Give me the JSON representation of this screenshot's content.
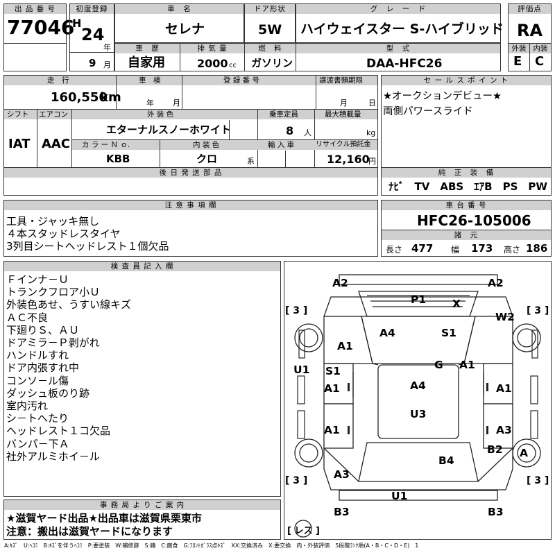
{
  "header_labels": {
    "lot_number": "出 品 番 号",
    "first_reg": "初度登録",
    "car_name": "車　名",
    "door": "ドア形状",
    "grade": "グ　レ　ー　ド",
    "score": "評価点",
    "history": "車　歴",
    "displacement": "排 気 量",
    "fuel": "燃　料",
    "model_code": "型　式",
    "exterior": "外装",
    "interior": "内装"
  },
  "lot_number": "77046",
  "first_reg": {
    "era": "H",
    "year": "24",
    "year_unit": "年",
    "month": "9",
    "month_unit": "月"
  },
  "car_name": "セレナ",
  "door": "5W",
  "grade": "ハイウェイスター S-ハイブリッド",
  "score": "RA",
  "history": "自家用",
  "displacement": "2000",
  "displacement_unit": "cc",
  "fuel": "ガソリン",
  "model_code": "DAA-HFC26",
  "exterior_grade": "E",
  "interior_grade": "C",
  "row2_labels": {
    "mileage": "走　行",
    "inspection": "車　検",
    "registration": "登 録 番 号",
    "transfer_deadline": "譲渡書類期限",
    "shift": "シフト",
    "aircon": "エアコン",
    "ext_color": "外 装 色",
    "capacity": "乗車定員",
    "max_load": "最大積載量",
    "color_no": "カ ラ ー Ｎ ｏ.",
    "int_color": "内 装 色",
    "import": "輸 入 車",
    "recycle": "リサイクル預託金",
    "later_parts": "後 日 発 送 部 品",
    "sales_points": "セ ー ル ス ポ イ ン ト",
    "equipment": "純　正　装　備"
  },
  "mileage": "160,550",
  "mileage_unit": "km",
  "inspection_year_unit": "年",
  "inspection_month_unit": "月",
  "transfer_month_unit": "月",
  "transfer_day_unit": "日",
  "shift": "IAT",
  "aircon": "AAC",
  "ext_color": "エターナルスノーホワイト",
  "capacity": "8",
  "capacity_unit": "人",
  "max_load_unit": "kg",
  "color_no": "KBB",
  "int_color": "クロ",
  "int_color_unit": "系",
  "recycle": "12,160",
  "recycle_unit": "円",
  "sales_points": [
    "★オークションデビュー★",
    "両側パワースライド"
  ],
  "equipment": "ﾅﾋﾞ　TV　ABS　ｴｱB　PS　PW",
  "notes_label": "注 意 事 項 欄",
  "notes": [
    "工具・ジャッキ無し",
    "４本スタッドレスタイヤ",
    "3列目シートヘッドレスト１個欠品"
  ],
  "chassis_label": "車 台 番 号",
  "chassis_number": "HFC26-105006",
  "dims_label": "諸　元",
  "dims": {
    "length_label": "長さ",
    "length": "477",
    "width_label": "幅",
    "width": "173",
    "height_label": "高さ",
    "height": "186"
  },
  "inspector_label": "検 査 員 記 入 欄",
  "inspector_notes": [
    "Ｆインナ－Ｕ",
    "トランクフロア小Ｕ",
    "外装色あせ、うすい線キズ",
    "ＡＣ不良",
    "下廻りＳ、ＡＵ",
    "ドアミラ－Ｐ剥がれ",
    "ハンドルすれ",
    "ドア内張すれ中",
    "コンソ－ル傷",
    "ダッシュ板のり跡",
    "室内汚れ",
    "シ－トへたり",
    "ヘッドレスト１コ欠品",
    "バンパ－下Ａ",
    "社外アルミホイ－ル"
  ],
  "office_label": "事 務 局 よ り ご 案 内",
  "office_notes": [
    "★滋賀ヤード出品★出品車は滋賀県栗東市",
    "注意：搬出は滋賀ヤードになります"
  ],
  "diagram_marks": {
    "a2_left": "A2",
    "a2_right": "A2",
    "tire_fl": "[ 3 ]",
    "tire_fr": "[ 3 ]",
    "tire_rl": "[ 3 ]",
    "tire_rr": "[ 3 ]",
    "p1": "P1",
    "x": "X",
    "w2": "W2",
    "a4_hood": "A4",
    "s1_hood": "S1",
    "a1_lf_fender": "A1",
    "u1_left": "U1",
    "s1_left": "S1",
    "g": "G",
    "a1_right_fender": "A1",
    "a1_left_door1": "A1",
    "a4_roof": "A4",
    "a1_right_door1": "A1",
    "u3": "U3",
    "a1_left_door2": "A1",
    "a3_right_door2": "A3",
    "b2": "B2",
    "a_right": "A",
    "b4": "B4",
    "a3_left_rear": "A3",
    "u1_rear": "U1",
    "b3_left": "B3",
    "b3_right": "B3",
    "spare": "[ レス ]"
  },
  "legend": "A:ｷｽﾞ　U:ﾍｺﾐ　B:ｷｽﾞを伴うﾍｺﾐ　P:要塗装　W:補修跡　S:錆　C:腐食　G:ﾌﾛﾝﾄｶﾞﾗｽ点ｷｽﾞ　XX:交換済み　X:要交換　内・外装評価　5段階ﾗﾝｸ順(A・B・C・D・E)　1"
}
